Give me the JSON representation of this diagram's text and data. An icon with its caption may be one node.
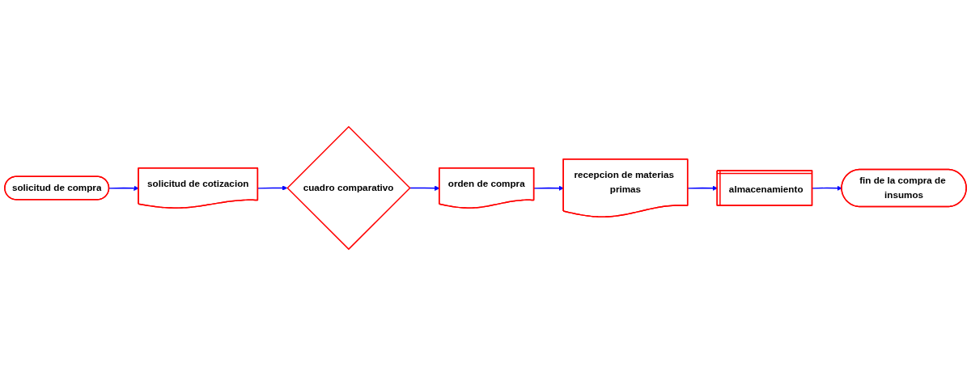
{
  "diagram": {
    "nodes": [
      {
        "text": [
          "solicitud de compra"
        ]
      },
      {
        "text": [
          "solicitud de cotizacion"
        ]
      },
      {
        "text": [
          "cuadro comparativo"
        ]
      },
      {
        "text": [
          "orden de compra"
        ]
      },
      {
        "text": [
          "recepcion de materias primas"
        ]
      },
      {
        "text": [
          "almacenamiento"
        ]
      },
      {
        "text": [
          "fin de la compra de insumos"
        ]
      }
    ],
    "edges": [
      {
        "from": 0,
        "to": 1,
        "arrow": "to"
      },
      {
        "from": 1,
        "to": 2,
        "arrow": "to"
      },
      {
        "from": 2,
        "to": 3,
        "arrow": "to"
      },
      {
        "from": 3,
        "to": 4,
        "arrow": "to"
      },
      {
        "from": 4,
        "to": 5,
        "arrow": "to"
      },
      {
        "from": 5,
        "to": 6,
        "arrow": "to"
      }
    ]
  }
}
